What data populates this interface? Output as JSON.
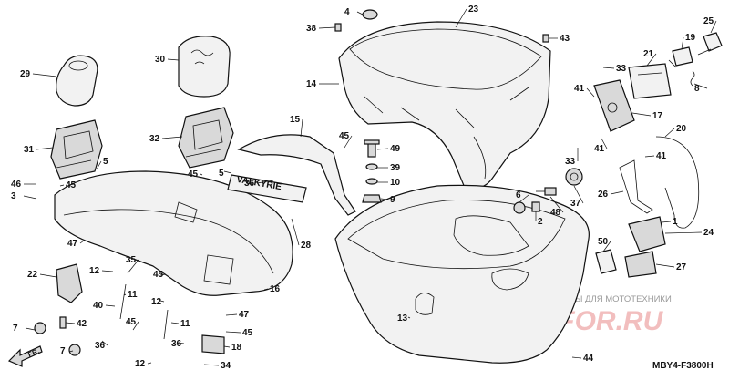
{
  "diagram": {
    "part_code": "MBY4-F3800H",
    "watermark_main": "PARTS FOR.RU",
    "watermark_sub": "ЗАПЧАСТИ И АКСЕССУАРЫ ДЛЯ МОТОТЕХНИКИ",
    "emblem_text": "VALKYRIE",
    "direction_label": "FR.",
    "callouts": [
      {
        "id": "c-29",
        "label": "29"
      },
      {
        "id": "c-30",
        "label": "30"
      },
      {
        "id": "c-31",
        "label": "31"
      },
      {
        "id": "c-32",
        "label": "32"
      },
      {
        "id": "c-5a",
        "label": "5"
      },
      {
        "id": "c-46a",
        "label": "46"
      },
      {
        "id": "c-45a",
        "label": "45"
      },
      {
        "id": "c-3",
        "label": "3"
      },
      {
        "id": "c-45b",
        "label": "45"
      },
      {
        "id": "c-5b",
        "label": "5"
      },
      {
        "id": "c-36a",
        "label": "36"
      },
      {
        "id": "c-15",
        "label": "15"
      },
      {
        "id": "c-45c",
        "label": "45"
      },
      {
        "id": "c-38",
        "label": "38"
      },
      {
        "id": "c-4",
        "label": "4"
      },
      {
        "id": "c-23",
        "label": "23"
      },
      {
        "id": "c-43",
        "label": "43"
      },
      {
        "id": "c-14",
        "label": "14"
      },
      {
        "id": "c-33a",
        "label": "33"
      },
      {
        "id": "c-21",
        "label": "21"
      },
      {
        "id": "c-19",
        "label": "19"
      },
      {
        "id": "c-25",
        "label": "25"
      },
      {
        "id": "c-8",
        "label": "8"
      },
      {
        "id": "c-41a",
        "label": "41"
      },
      {
        "id": "c-17",
        "label": "17"
      },
      {
        "id": "c-20",
        "label": "20"
      },
      {
        "id": "c-41b",
        "label": "41"
      },
      {
        "id": "c-33b",
        "label": "33"
      },
      {
        "id": "c-41c",
        "label": "41"
      },
      {
        "id": "c-49",
        "label": "49"
      },
      {
        "id": "c-39",
        "label": "39"
      },
      {
        "id": "c-10",
        "label": "10"
      },
      {
        "id": "c-9",
        "label": "9"
      },
      {
        "id": "c-37",
        "label": "37"
      },
      {
        "id": "c-48",
        "label": "48"
      },
      {
        "id": "c-6",
        "label": "6"
      },
      {
        "id": "c-2",
        "label": "2"
      },
      {
        "id": "c-26",
        "label": "26"
      },
      {
        "id": "c-1",
        "label": "1"
      },
      {
        "id": "c-24",
        "label": "24"
      },
      {
        "id": "c-50",
        "label": "50"
      },
      {
        "id": "c-27",
        "label": "27"
      },
      {
        "id": "c-28",
        "label": "28"
      },
      {
        "id": "c-16",
        "label": "16"
      },
      {
        "id": "c-13",
        "label": "13"
      },
      {
        "id": "c-44",
        "label": "44"
      },
      {
        "id": "c-47a",
        "label": "47"
      },
      {
        "id": "c-22",
        "label": "22"
      },
      {
        "id": "c-12a",
        "label": "12"
      },
      {
        "id": "c-35",
        "label": "35"
      },
      {
        "id": "c-11a",
        "label": "11"
      },
      {
        "id": "c-40",
        "label": "40"
      },
      {
        "id": "c-45d",
        "label": "45"
      },
      {
        "id": "c-12b",
        "label": "12"
      },
      {
        "id": "c-42",
        "label": "42"
      },
      {
        "id": "c-7a",
        "label": "7"
      },
      {
        "id": "c-45e",
        "label": "45"
      },
      {
        "id": "c-11b",
        "label": "11"
      },
      {
        "id": "c-47b",
        "label": "47"
      },
      {
        "id": "c-45f",
        "label": "45"
      },
      {
        "id": "c-36b",
        "label": "36"
      },
      {
        "id": "c-7b",
        "label": "7"
      },
      {
        "id": "c-12c",
        "label": "12"
      },
      {
        "id": "c-36c",
        "label": "36"
      },
      {
        "id": "c-18",
        "label": "18"
      },
      {
        "id": "c-34",
        "label": "34"
      }
    ]
  }
}
